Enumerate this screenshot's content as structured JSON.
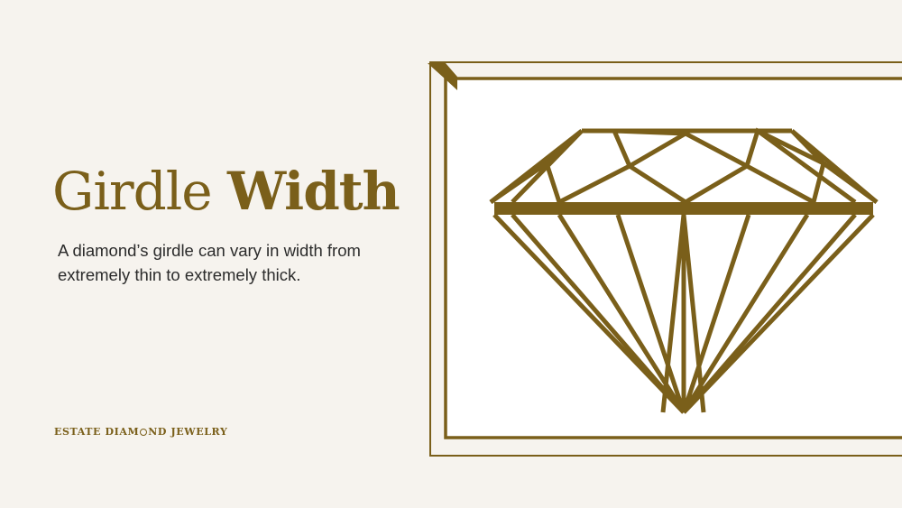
{
  "title": {
    "regular": "Girdle",
    "bold": "Width"
  },
  "description": "A diamond’s girdle can vary in width from extremely thin to extremely thick.",
  "brand": {
    "before_gem": "ESTATE DIAM",
    "after_gem": "ND JEWELRY"
  },
  "colors": {
    "background": "#f6f3ee",
    "accent_gold": "#7a5f1a",
    "frame_fill": "#ffffff",
    "text": "#2b2b2b"
  }
}
